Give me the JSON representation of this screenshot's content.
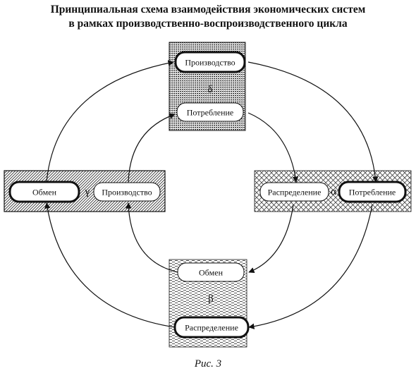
{
  "title": {
    "line1": "Принципиальная схема взаимодействия экономических систем",
    "line2": "в рамках производственно-воспроизводственного цикла"
  },
  "caption": "Рис. 3",
  "systems": {
    "delta": {
      "symbol": "δ",
      "outer": "Производство",
      "inner": "Потребление"
    },
    "gamma": {
      "symbol": "γ",
      "outer": "Обмен",
      "inner": "Производство"
    },
    "alpha": {
      "symbol": "α",
      "inner": "Распределение",
      "outer": "Потребление"
    },
    "beta": {
      "symbol": "β",
      "inner": "Обмен",
      "outer": "Распределение"
    }
  }
}
